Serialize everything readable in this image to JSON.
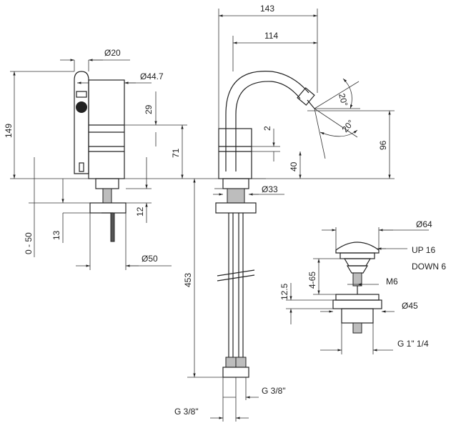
{
  "dimensions": {
    "d20": "Ø20",
    "d44_7": "Ø44.7",
    "h149": "149",
    "h29": "29",
    "h71": "71",
    "r0_50": "0 - 50",
    "h13": "13",
    "h12": "12",
    "d50": "Ø50",
    "w143": "143",
    "w114": "114",
    "a20_top": "20°",
    "a20_bottom": "20°",
    "h2": "2",
    "h96": "96",
    "h40": "40",
    "d33": "Ø33",
    "h453": "453",
    "g38_right": "G 3/8\"",
    "g38_left": "G 3/8\"",
    "d64": "Ø64",
    "up16": "UP 16",
    "down6": "DOWN 6",
    "r4_65": "4-65",
    "m6": "M6",
    "h12_5": "12.5",
    "d45": "Ø45",
    "g1_1_4": "G 1\" 1/4"
  }
}
